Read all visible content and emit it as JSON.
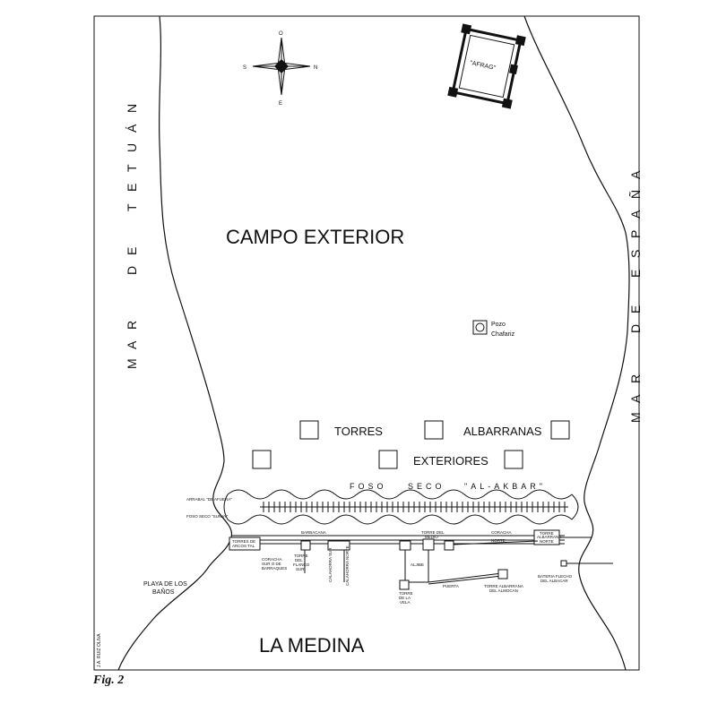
{
  "figure": {
    "caption": "Fig. 2",
    "credit": "J.A. RUIZ OLIVA"
  },
  "compass": {
    "top": "O",
    "bottom": "E",
    "left": "S",
    "right": "N"
  },
  "regions": {
    "campo_exterior": "CAMPO EXTERIOR",
    "la_medina": "LA MEDINA",
    "playa": [
      "PLAYA DE LOS",
      "BAÑOS"
    ]
  },
  "seas": {
    "left": [
      "M",
      "A",
      "R",
      "D",
      "E",
      "T",
      "E",
      "T",
      "U",
      "Á",
      "N"
    ],
    "right": [
      "M",
      "A",
      "R",
      "D",
      "E",
      "E",
      "S",
      "P",
      "A",
      "Ñ",
      "A"
    ]
  },
  "labels": {
    "afrag": "\"AFRAG\"",
    "pozo": [
      "Pozo",
      "Chafariz"
    ],
    "torres": "TORRES",
    "albarranas": "ALBARRANAS",
    "exteriores": "EXTERIORES",
    "foso": [
      "FOSO",
      "SECO",
      "\"AL-AKBAR\""
    ],
    "arrabal": "ARRABAL \"DE AFUERA\"",
    "foso_sunay": "FOSO SECO \"SUNAY\"",
    "barbacana": "BARBACANA",
    "torres_de_arcos": [
      "TORRES DE",
      "ARCOS TAL"
    ],
    "coracha_sur": [
      "CORACHA",
      "SUR O DE",
      "BARRAQUES"
    ],
    "torre_flanco": [
      "TORRE",
      "DEL",
      "FLANCO",
      "SUR"
    ],
    "calahorra_sur": "CALAHORRA SUR",
    "calahorra_norte": "CALAHORRA NORTE",
    "torre_del": [
      "TORRE DEL",
      "MEDIO"
    ],
    "coracha_norte": [
      "CORACHA",
      "NORTE"
    ],
    "torre_albarrana_norte": [
      "TORRE",
      "ALBARRANA",
      "NORTE"
    ],
    "aljibe": "ALJIBE",
    "torre_de_la_vela": [
      "TORRE",
      "DE LA",
      "VELA"
    ],
    "torre_albarrana_almocan": [
      "TORRE ALBARRANA",
      "DEL ALMOCAN"
    ],
    "bateria": [
      "BATERIA FLECHO",
      "DEL ALBACAR"
    ],
    "puerta": "PUERTA"
  }
}
